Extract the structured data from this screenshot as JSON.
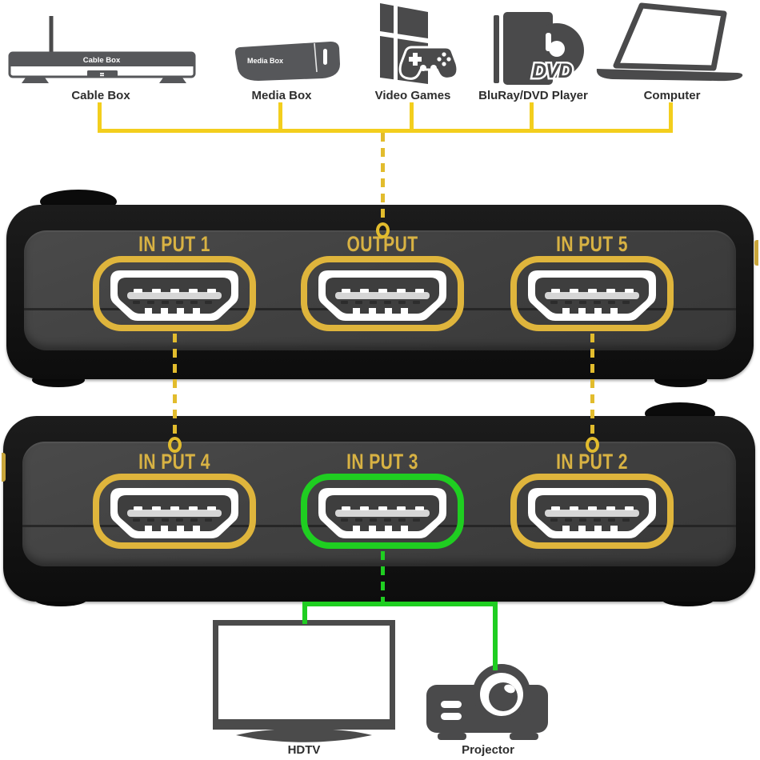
{
  "sources": {
    "items": [
      {
        "label": "Cable Box"
      },
      {
        "label": "Media Box"
      },
      {
        "label": "Video Games"
      },
      {
        "label": "BluRay/DVD Player"
      },
      {
        "label": "Computer"
      }
    ],
    "cable_box_device_text": "Cable Box",
    "media_box_device_text": "Media Box",
    "dvd_device_text": "DVD"
  },
  "switcher": {
    "top_view": {
      "ports": [
        {
          "label": "IN PUT 1"
        },
        {
          "label": "OUTPUT"
        },
        {
          "label": "IN PUT 5"
        }
      ]
    },
    "bottom_view": {
      "ports": [
        {
          "label": "IN PUT 4"
        },
        {
          "label": "IN PUT 3"
        },
        {
          "label": "IN PUT 2"
        }
      ]
    }
  },
  "displays": {
    "items": [
      {
        "label": "HDTV"
      },
      {
        "label": "Projector"
      }
    ]
  },
  "colors": {
    "bus_yellow": "#F3CE1D",
    "dash_gold": "#E2BC2D",
    "gold": "#DFB53C",
    "label_gold": "#D8B243",
    "green": "#1FCE21",
    "icon_gray": "#4A4A4B",
    "device_face": "#3E3E3E"
  }
}
